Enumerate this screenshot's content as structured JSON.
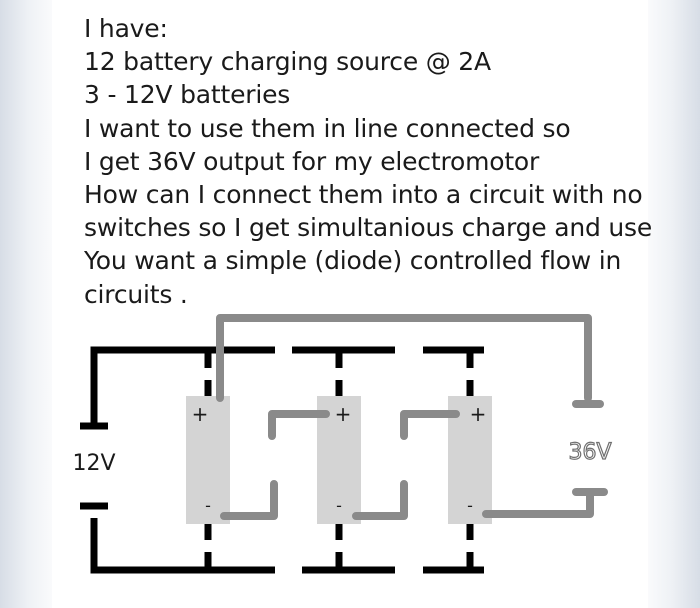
{
  "question_lines": [
    "I have:",
    "12 battery charging source @ 2A",
    "3 - 12V batteries",
    "I want to use them in line connected so",
    "I get 36V output for my electromotor",
    "How can I connect them into a circuit with no",
    "switches so I get simultanious charge and use",
    "You want a simple (diode) controlled flow in",
    "circuits ."
  ],
  "diagram": {
    "source_label": "12V",
    "output_label": "36V",
    "batteries": [
      {
        "plus": "+",
        "minus": "-"
      },
      {
        "plus": "+",
        "minus": "-"
      },
      {
        "plus": "+",
        "minus": "-"
      }
    ]
  },
  "colors": {
    "text": "#1a1a1a",
    "charge_wire": "#000000",
    "series_wire": "#8a8a8a",
    "battery_body": "#d4d4d4"
  }
}
